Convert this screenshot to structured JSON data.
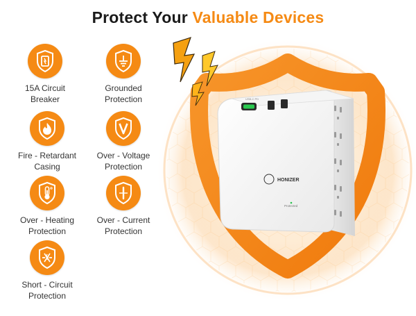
{
  "title": {
    "prefix": "Protect Your",
    "highlight": "Valuable Devices"
  },
  "features": [
    {
      "icon": "circuit-breaker-icon",
      "line1": "15A Circuit",
      "line2": "Breaker"
    },
    {
      "icon": "grounded-protection-icon",
      "line1": "Grounded",
      "line2": "Protection"
    },
    {
      "icon": "fire-icon",
      "line1": "Fire - Retardant",
      "line2": "Casing"
    },
    {
      "icon": "voltage-icon",
      "line1": "Over - Voltage",
      "line2": "Protection"
    },
    {
      "icon": "thermometer-icon",
      "line1": "Over - Heating",
      "line2": "Protection"
    },
    {
      "icon": "current-icon",
      "line1": "Over - Current",
      "line2": "Protection"
    },
    {
      "icon": "short-circuit-icon",
      "line1": "Short - Circuit",
      "line2": "Protection"
    }
  ],
  "device": {
    "brand": "HONIZER",
    "status": "Protected",
    "usb_label": "USB-C PD"
  },
  "colors": {
    "accent": "#f58a14",
    "text": "#1a1a1a"
  }
}
